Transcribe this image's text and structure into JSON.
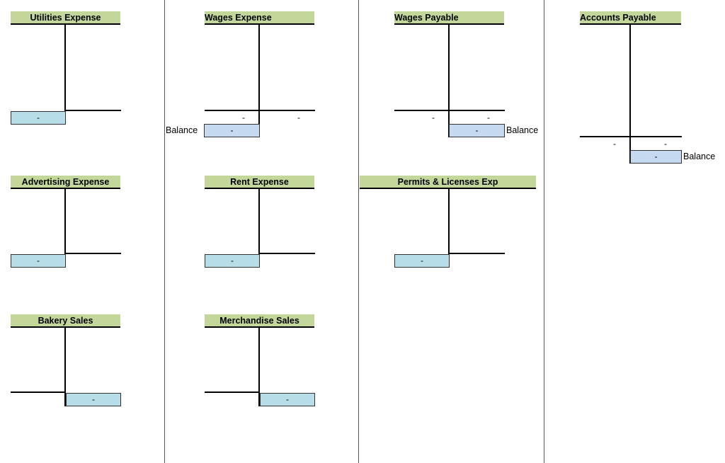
{
  "accounts": {
    "utilities_expense": {
      "title": "Utilities Expense",
      "debit_balance": "-"
    },
    "wages_expense": {
      "title": "Wages Expense",
      "debit_entry": "-",
      "credit_entry": "-",
      "balance_label": "Balance",
      "balance": "-"
    },
    "wages_payable": {
      "title": "Wages Payable",
      "debit_entry": "-",
      "credit_entry": "-",
      "balance": "-",
      "balance_label": "Balance"
    },
    "accounts_payable": {
      "title": "Accounts Payable",
      "debit_entry": "-",
      "credit_entry": "-",
      "balance": "-",
      "balance_label": "Balance"
    },
    "advertising_expense": {
      "title": "Advertising Expense",
      "debit_balance": "-"
    },
    "rent_expense": {
      "title": "Rent Expense",
      "debit_balance": "-"
    },
    "permits_licenses_exp": {
      "title": "Permits & Licenses Exp",
      "debit_balance": "-"
    },
    "bakery_sales": {
      "title": "Bakery Sales",
      "credit_balance": "-"
    },
    "merchandise_sales": {
      "title": "Merchandise Sales",
      "credit_balance": "-"
    }
  },
  "colors": {
    "header_fill": "#c4d79b",
    "balance_fill_blue": "#b7dde8",
    "balance_fill_periwinkle": "#c5d9f1"
  }
}
